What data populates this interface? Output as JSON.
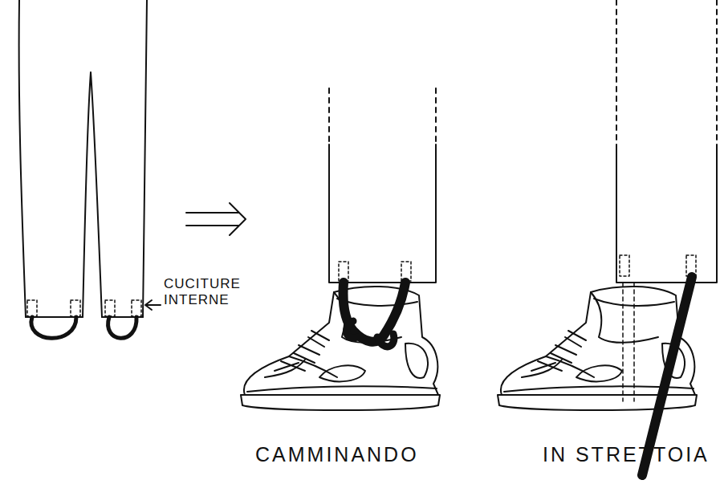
{
  "diagram": {
    "labels": [
      "CUCITURE INTERNE",
      "CAMMINANDO",
      "IN STRETTOIA"
    ]
  }
}
